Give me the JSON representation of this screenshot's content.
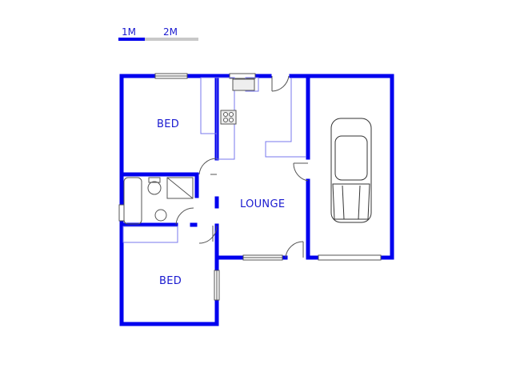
{
  "scale": {
    "label_1": "1M",
    "label_2": "2M"
  },
  "rooms": {
    "bed_top": "BED",
    "lounge": "LOUNGE",
    "bed_bottom": "BED"
  },
  "colors": {
    "wall": "#0000ee",
    "fixture": "#7777ee",
    "line": "#555555"
  }
}
